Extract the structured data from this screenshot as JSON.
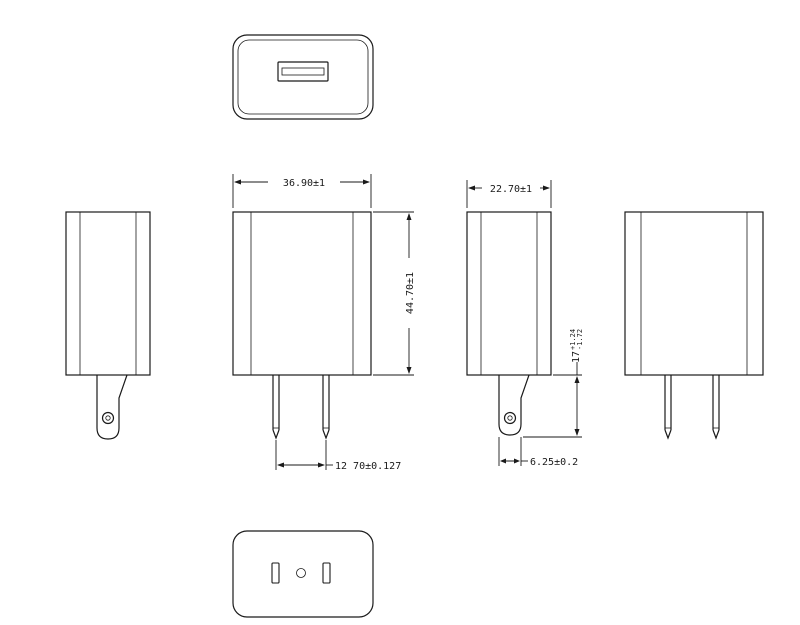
{
  "dimensions": {
    "width": "36.90±1",
    "height": "44.70±1",
    "depth": "22.70±1",
    "prong_length": "17",
    "prong_tol_upper": "+1.24",
    "prong_tol_lower": "-1.72",
    "prong_spacing": "12 70±0.127",
    "prong_offset": "6.25±0.2"
  },
  "colors": {
    "line": "#1a1a1a",
    "background": "#ffffff"
  }
}
